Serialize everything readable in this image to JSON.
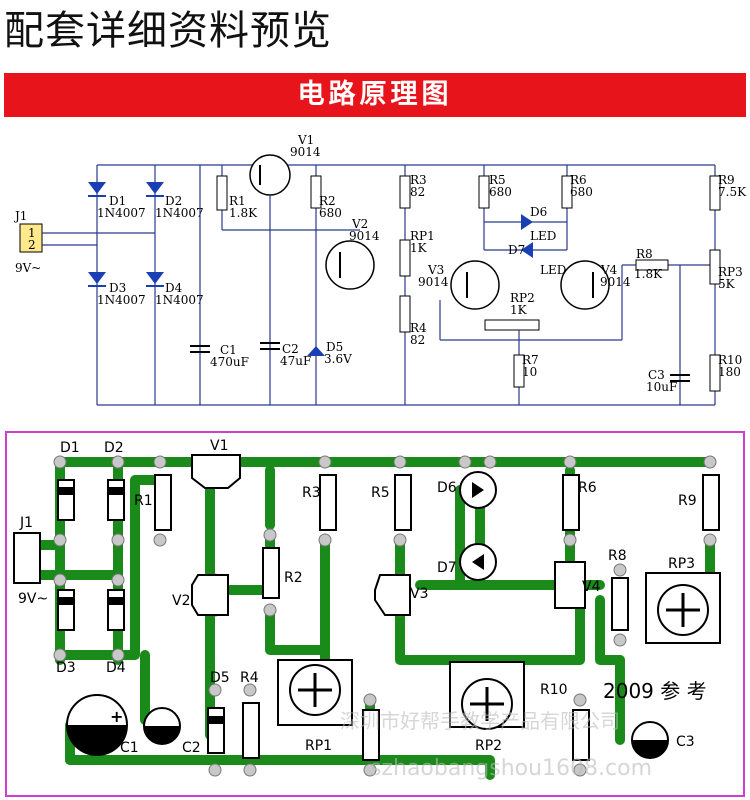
{
  "page_title": "配套详细资料预览",
  "banner_title": "电路原理图",
  "schematic": {
    "connector": {
      "ref": "J1",
      "pins": [
        "1",
        "2"
      ],
      "supply": "9V~"
    },
    "diodes": [
      {
        "ref": "D1",
        "value": "1N4007"
      },
      {
        "ref": "D2",
        "value": "1N4007"
      },
      {
        "ref": "D3",
        "value": "1N4007"
      },
      {
        "ref": "D4",
        "value": "1N4007"
      }
    ],
    "R1": {
      "ref": "R1",
      "value": "1.8K"
    },
    "R2": {
      "ref": "R2",
      "value": "680"
    },
    "R3": {
      "ref": "R3",
      "value": "82"
    },
    "R4": {
      "ref": "R4",
      "value": "82"
    },
    "R5": {
      "ref": "R5",
      "value": "680"
    },
    "R6": {
      "ref": "R6",
      "value": "680"
    },
    "R7": {
      "ref": "R7",
      "value": "10"
    },
    "R8": {
      "ref": "R8",
      "value": "1.8K"
    },
    "R9": {
      "ref": "R9",
      "value": "7.5K"
    },
    "R10": {
      "ref": "R10",
      "value": "180"
    },
    "V1": {
      "ref": "V1",
      "value": "9014"
    },
    "V2": {
      "ref": "V2",
      "value": "9014"
    },
    "V3": {
      "ref": "V3",
      "value": "9014"
    },
    "V4": {
      "ref": "V4",
      "value": "9014"
    },
    "RP1": {
      "ref": "RP1",
      "value": "1K"
    },
    "RP2": {
      "ref": "RP2",
      "value": "1K"
    },
    "RP3": {
      "ref": "RP3",
      "value": "5K"
    },
    "C1": {
      "ref": "C1",
      "value": "470uF"
    },
    "C2": {
      "ref": "C2",
      "value": "47uF"
    },
    "C3": {
      "ref": "C3",
      "value": "10uF"
    },
    "D5": {
      "ref": "D5",
      "value": "3.6V"
    },
    "D6": {
      "ref": "D6",
      "label": "LED"
    },
    "D7": {
      "ref": "D7",
      "label": "LED"
    }
  },
  "pcb": {
    "labels": [
      "D1",
      "D2",
      "R1",
      "V1",
      "R3",
      "R5",
      "D6",
      "R6",
      "R9",
      "J1",
      "R2",
      "V2",
      "D7",
      "V3",
      "V4",
      "R8",
      "RP3",
      "9V~",
      "D3",
      "D4",
      "D5",
      "R4",
      "RP1",
      "RP2",
      "R10",
      "C1",
      "C2",
      "C3"
    ],
    "note": "2009 参 考"
  },
  "watermark": "szhaobangshou1608.com",
  "watermark_cn": "深圳市好帮手教学产品有限公司",
  "colors": {
    "banner": "#e8141b",
    "trace": "#1a8a1a",
    "pcb_border": "#d13cd1",
    "wire": "#2b3a8c"
  }
}
